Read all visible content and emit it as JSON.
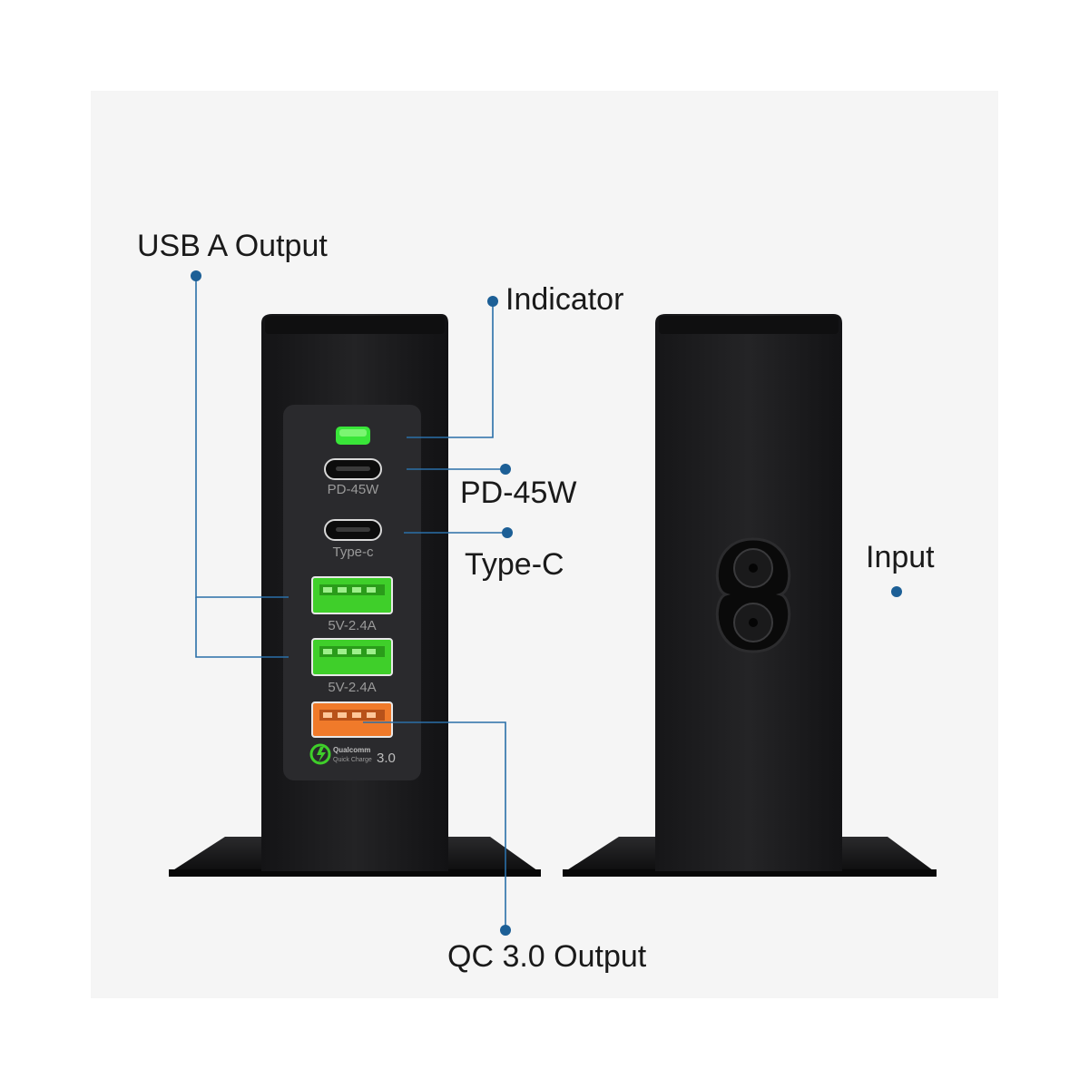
{
  "colors": {
    "background": "#ffffff",
    "panel": "#f5f5f5",
    "device_body": "#1c1c1e",
    "device_face": "#262628",
    "callout_line": "#2a6fa8",
    "callout_dot": "#1c5f96",
    "indicator_led": "#39e639",
    "usb_a_port": "#3fcf2a",
    "qc_port": "#f07a2a",
    "port_text": "#9a9a9a"
  },
  "callouts": {
    "usb_a_output": "USB A Output",
    "indicator": "Indicator",
    "pd_45w": "PD-45W",
    "type_c": "Type-C",
    "input": "Input",
    "qc_output": "QC 3.0 Output"
  },
  "ports": {
    "pd_label": "PD-45W",
    "typec_label": "Type-c",
    "usb_a1_label": "5V-2.4A",
    "usb_a2_label": "5V-2.4A",
    "qc_brand": "Qualcomm",
    "qc_sub": "Quick Charge",
    "qc_version": "3.0"
  },
  "icons": {
    "input_socket": "figure-8-ac-socket-icon",
    "qc_logo": "qualcomm-quick-charge-icon"
  }
}
